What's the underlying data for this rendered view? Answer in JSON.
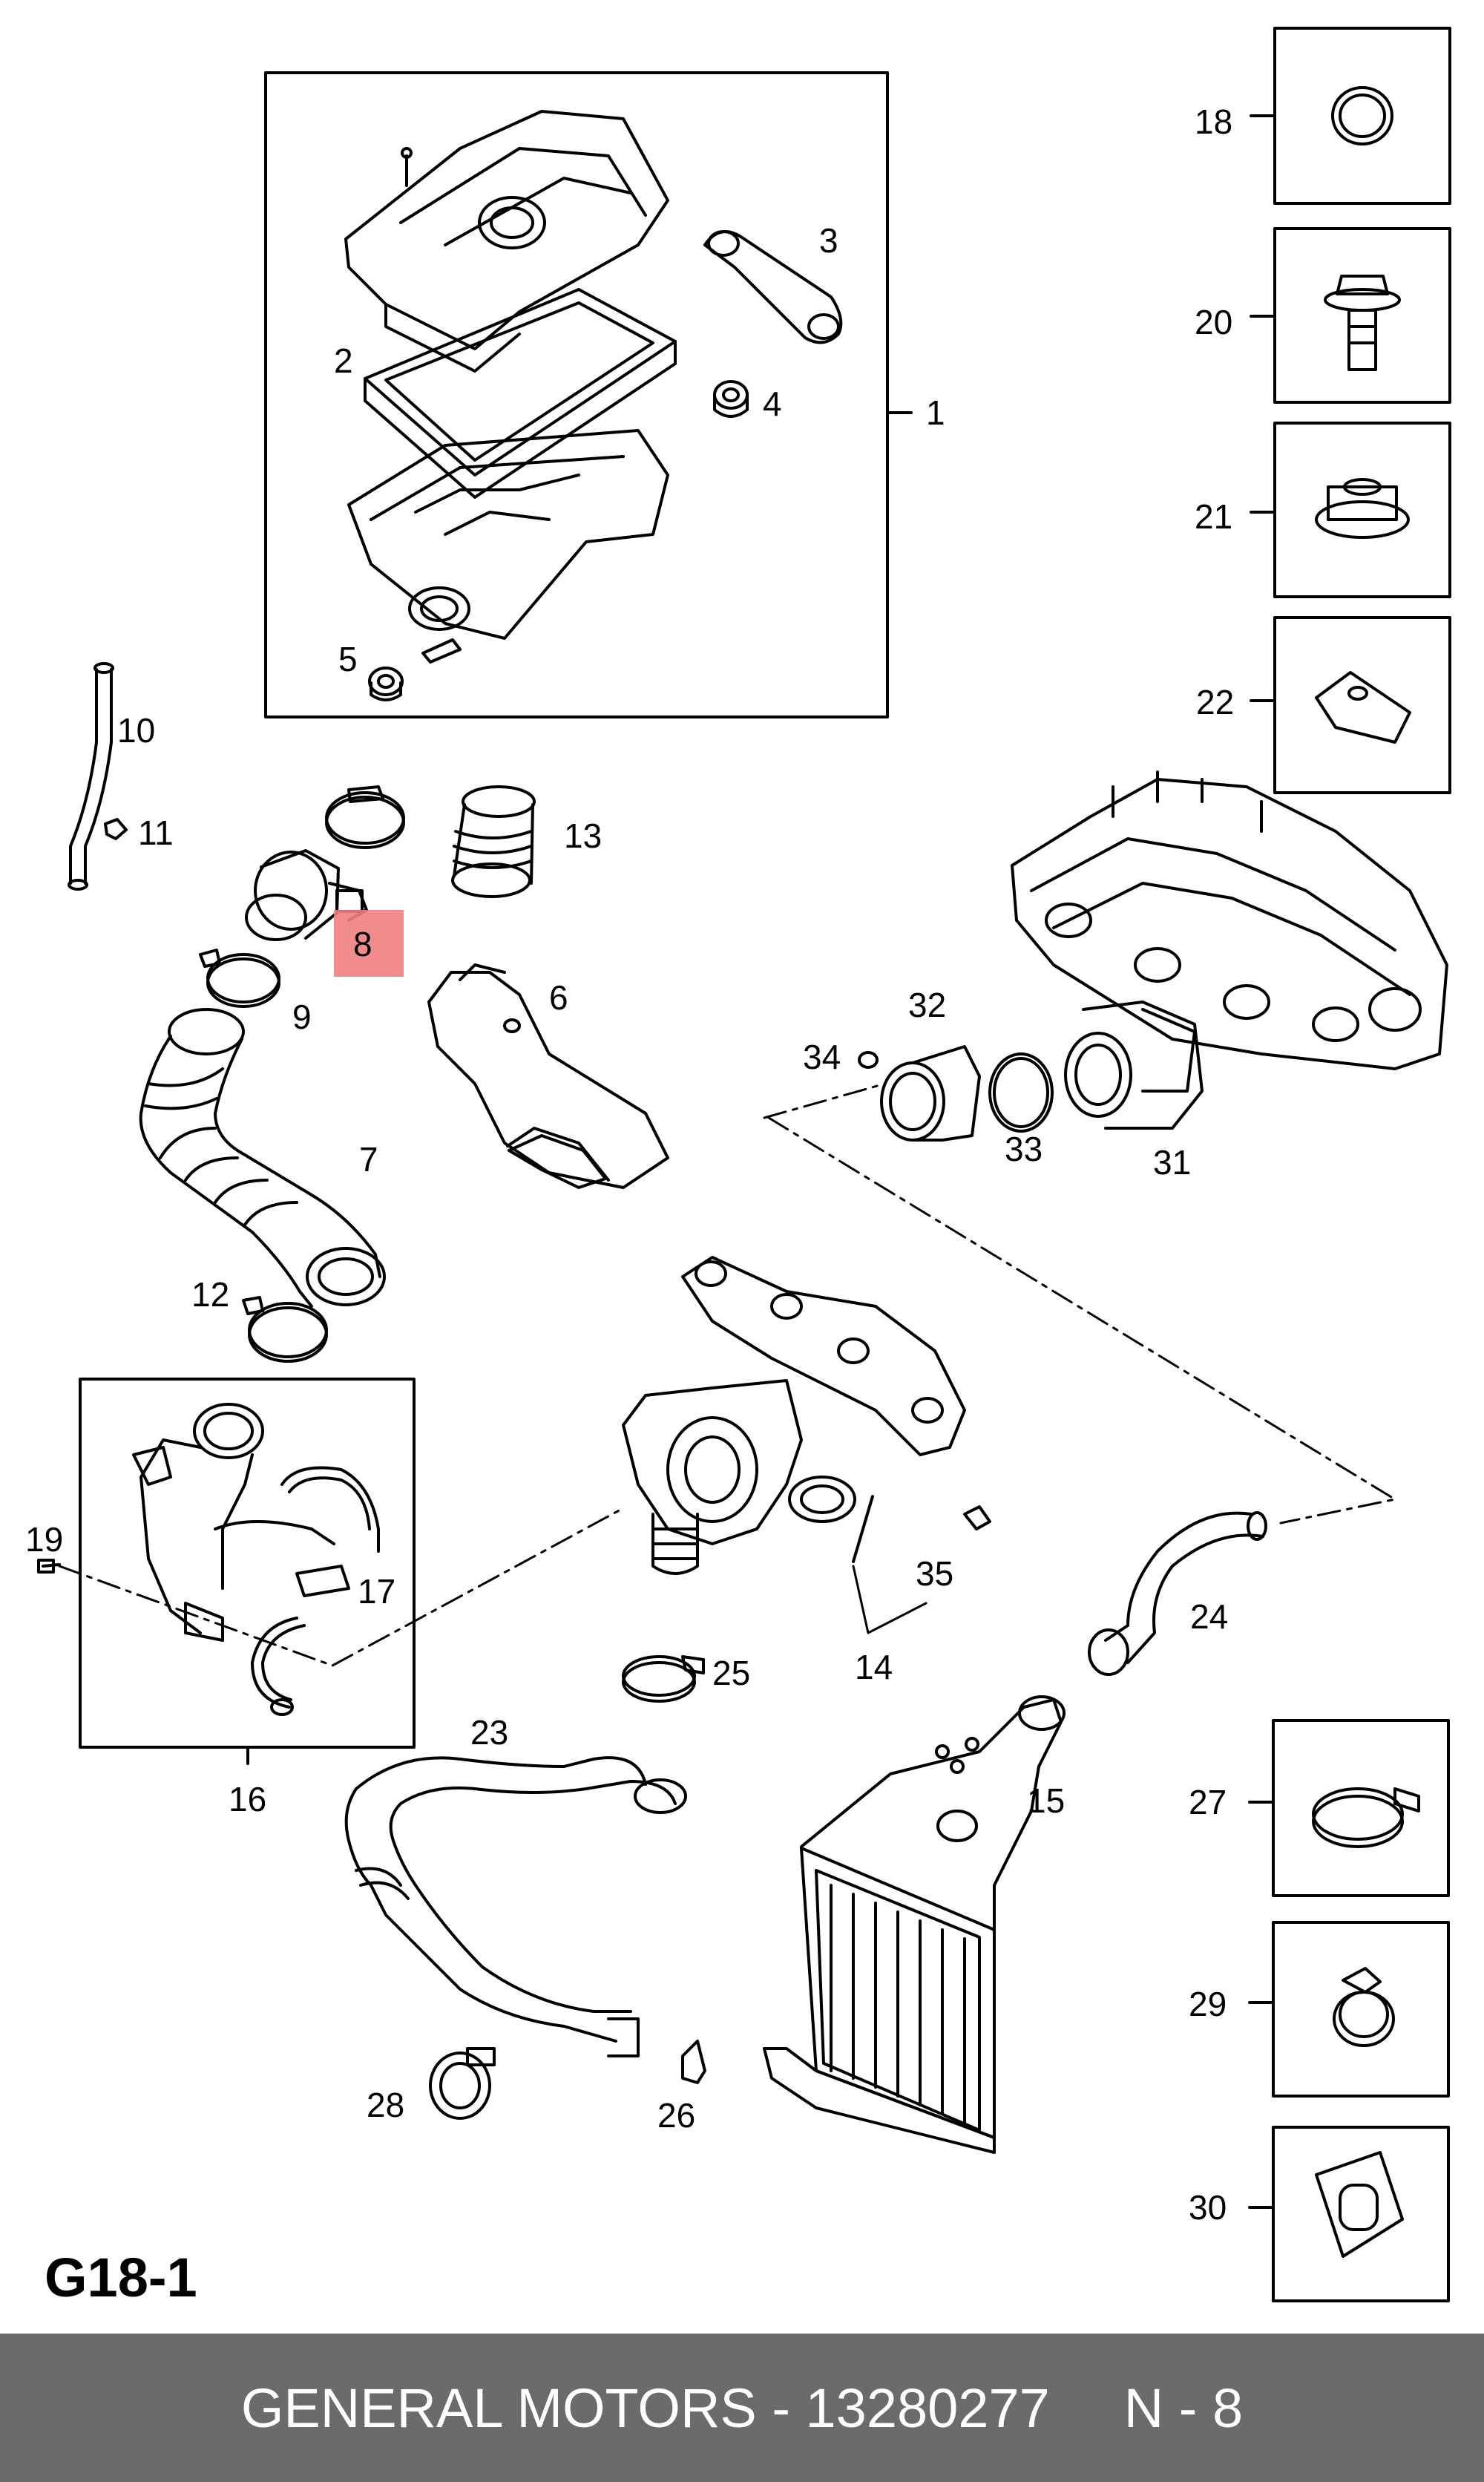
{
  "diagram": {
    "page_label": "G18-1",
    "highlight_color": "#f08080",
    "callouts": [
      "1",
      "2",
      "3",
      "4",
      "5",
      "6",
      "7",
      "8",
      "9",
      "10",
      "11",
      "12",
      "13",
      "14",
      "15",
      "16",
      "17",
      "18",
      "19",
      "20",
      "21",
      "22",
      "23",
      "24",
      "25",
      "26",
      "27",
      "28",
      "29",
      "30",
      "31",
      "32",
      "33",
      "34",
      "35"
    ],
    "highlighted_part": "8"
  },
  "footer": {
    "brand": "GENERAL MOTORS",
    "separator": "-",
    "part_number": "13280277",
    "ref": "N - 8",
    "background": "#6b6b6b"
  }
}
